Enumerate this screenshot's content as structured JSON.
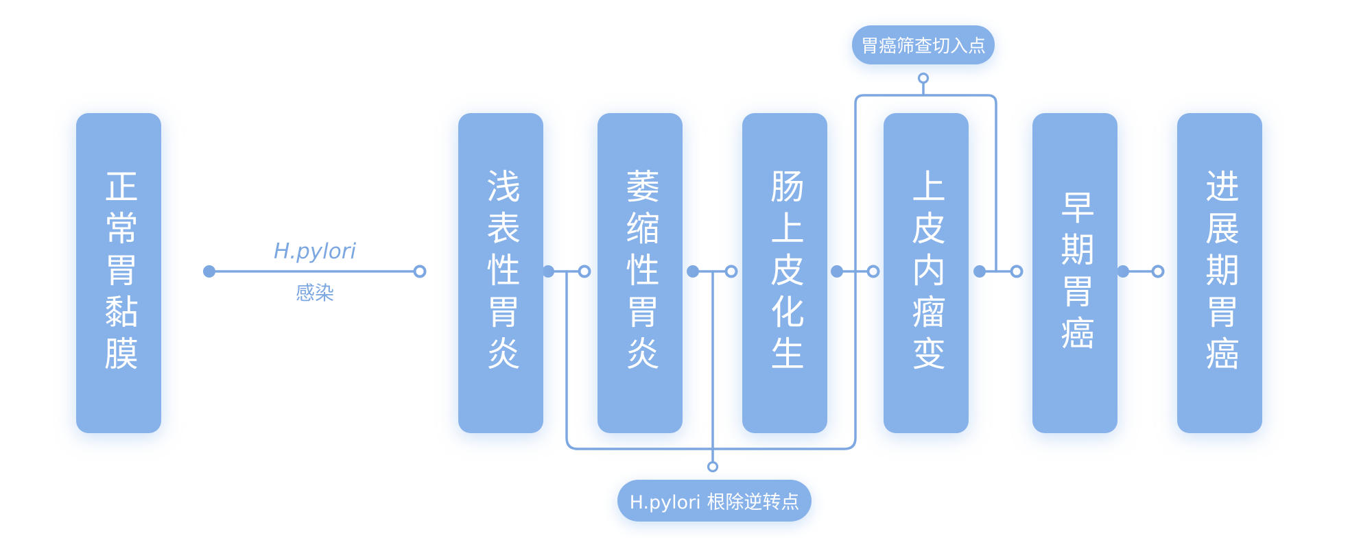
{
  "stages": [
    {
      "label": "正常胃黏膜"
    },
    {
      "label": "浅表性胃炎"
    },
    {
      "label": "萎缩性胃炎"
    },
    {
      "label": "肠上皮化生"
    },
    {
      "label": "上皮内瘤变"
    },
    {
      "label": "早期胃癌"
    },
    {
      "label": "进展期胃癌"
    }
  ],
  "edge_label": {
    "line1": "H.pylori",
    "line2": "感染"
  },
  "badges": {
    "top": "胃癌筛查切入点",
    "bottom": "H.pylori 根除逆转点"
  },
  "colors": {
    "box_fill": "#87B1E9",
    "connector_line": "#7CA7E1",
    "text_on_box": "#FFFFFF",
    "edge_label_text": "#7CA7E1",
    "background": "#FFFFFF"
  }
}
